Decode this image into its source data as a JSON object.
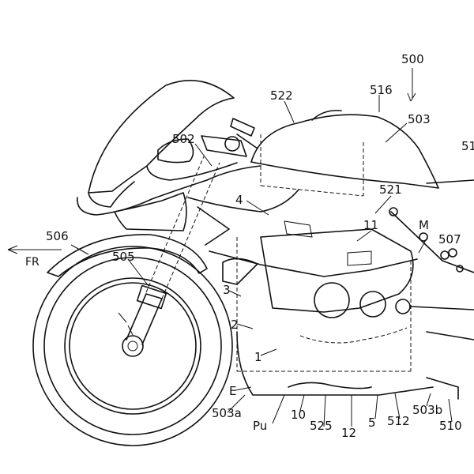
{
  "labels": {
    "l500": "500",
    "l516": "516",
    "l522": "522",
    "l503": "503",
    "l51": "51",
    "l502": "502",
    "l521": "521",
    "l4": "4",
    "lM": "M",
    "l11": "11",
    "l507": "507",
    "l506": "506",
    "lFR": "FR",
    "l505": "505",
    "l3": "3",
    "l2": "2",
    "l1": "1",
    "lE": "E",
    "l503a": "503a",
    "lPu": "Pu",
    "l10": "10",
    "l525": "525",
    "l12": "12",
    "l5": "5",
    "l512": "512",
    "l503b": "503b",
    "l510": "510"
  }
}
